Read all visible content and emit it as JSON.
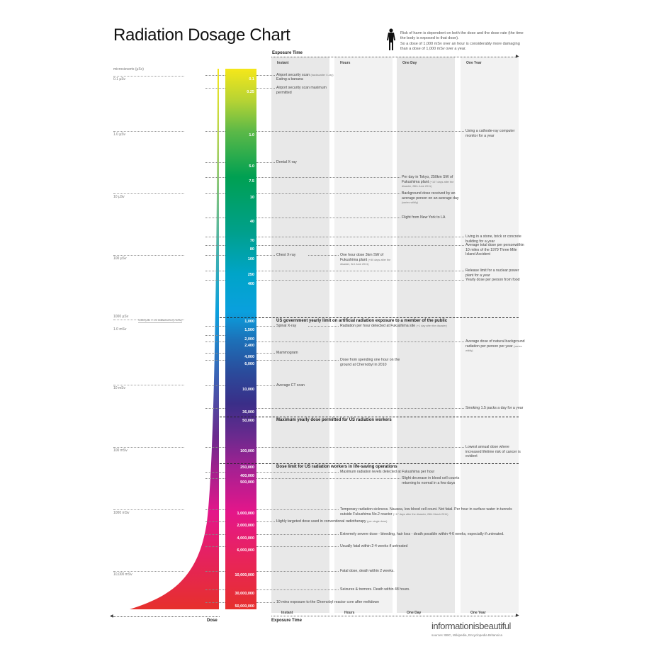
{
  "title": "Radiation Dosage Chart",
  "intro": {
    "line1": "Risk of harm is dependent on both the dose and the dose rate (the time the body is exposed to that dose).",
    "line2": "So a dose of 1,000 mSv over an hour is considerably more damaging than a dose of 1,000 mSv over a year."
  },
  "exposure_axis_label": "Exposure Time",
  "dose_axis_label": "Dose",
  "columns": [
    "Instant",
    "Hours",
    "One Day",
    "One Year"
  ],
  "unit_label": "microsieverts (µSv)",
  "scale_labels": [
    "0.1 µSv",
    "1.0 µSv",
    "10 µSv",
    "100 µSv",
    "1000 µSv",
    "1.0 mSv",
    "10 mSv",
    "100 mSv",
    "1000 mSv",
    "10,000 mSv"
  ],
  "conversion_note": "1,000 µSv = 1.0 millisieverts (1 mSv)",
  "colors": {
    "bar_top": "#f5e71a",
    "bar_mid": "#00a4c8",
    "bar_bottom": "#e6302c",
    "column_bg": "#e8e8e8"
  },
  "chart_data": {
    "type": "table",
    "unit": "µSv",
    "rows": [
      {
        "value": "0.1",
        "notes": [
          {
            "col": 0,
            "text": "Airport security scan",
            "small": "(backscatter X-ray)"
          },
          {
            "col": 0,
            "text": "Eating a banana",
            "second": true
          }
        ]
      },
      {
        "value": "0.25",
        "notes": [
          {
            "col": 0,
            "text": "Airport security scan maximum permitted"
          }
        ]
      },
      {
        "value": "1.0",
        "notes": [
          {
            "col": 3,
            "text": "Using a cathode-ray computer monitor for a year"
          }
        ]
      },
      {
        "value": "5.0",
        "notes": [
          {
            "col": 0,
            "text": "Dental X-ray"
          }
        ]
      },
      {
        "value": "7.5",
        "notes": [
          {
            "col": 2,
            "text": "Per day in Tokyo, 250km SW of Fukushima plant",
            "small": "(+107 days after the disaster, 28th June 2011)"
          }
        ]
      },
      {
        "value": "10",
        "notes": [
          {
            "col": 2,
            "text": "Background dose received by an average person on an average day",
            "small": "(varies wildly)"
          }
        ]
      },
      {
        "value": "40",
        "notes": [
          {
            "col": 2,
            "text": "Flight from New York to LA"
          }
        ]
      },
      {
        "value": "70",
        "notes": [
          {
            "col": 3,
            "text": "Living in a stone, brick or concrete building for a year"
          }
        ]
      },
      {
        "value": "80",
        "notes": [
          {
            "col": 3,
            "text": "Average total dose per personwithin 10 miles of the 1979 Three Mile Island Accident"
          }
        ]
      },
      {
        "value": "100",
        "notes": [
          {
            "col": 0,
            "text": "Chest X-ray"
          },
          {
            "col": 1,
            "text": "One hour dose 3km SW of Fukushima plant",
            "small": "(+80 days after the disaster, 3rd June 2011)"
          }
        ]
      },
      {
        "value": "250",
        "notes": [
          {
            "col": 3,
            "text": "Release limit for a nuclear power plant for a year"
          }
        ]
      },
      {
        "value": "400",
        "notes": [
          {
            "col": 3,
            "text": "Yearly dose per person from food"
          }
        ]
      },
      {
        "value": "1,000",
        "limit": "US government yearly limit on artificial radiation exposure to a member of the public",
        "notes": []
      },
      {
        "value": "1,500",
        "notes": [
          {
            "col": 0,
            "text": "Spinal X-ray"
          },
          {
            "col": 1,
            "text": "Radiation per hour detected at Fukushima site",
            "small": "(+1 day after the disaster)",
            "wide": true
          }
        ]
      },
      {
        "value": "2,000",
        "notes": []
      },
      {
        "value": "2,400",
        "notes": [
          {
            "col": 3,
            "text": "Average dose of natural background radiation per person per year",
            "small": "(varies wildly)"
          }
        ]
      },
      {
        "value": "4,000",
        "notes": [
          {
            "col": 0,
            "text": "Mammogram"
          }
        ]
      },
      {
        "value": "6,000",
        "notes": [
          {
            "col": 1,
            "text": "Dose from spending one hour on the ground at Chernobyl in 2010"
          }
        ]
      },
      {
        "value": "10,000",
        "notes": [
          {
            "col": 0,
            "text": "Average CT scan"
          }
        ]
      },
      {
        "value": "36,000",
        "notes": [
          {
            "col": 3,
            "text": "Smoking 1.5 packs a day for a year"
          }
        ]
      },
      {
        "value": "50,000",
        "limit": "Maximum yearly dose permitted for US radiation workers",
        "notes": []
      },
      {
        "value": "100,000",
        "notes": [
          {
            "col": 3,
            "text": "Lowest annual dose where increased lifetime risk of cancer is evident"
          }
        ]
      },
      {
        "value": "250,000",
        "limit": "Dose limit for US radiation workers in life-saving operations",
        "notes": []
      },
      {
        "value": "400,000",
        "notes": [
          {
            "col": 1,
            "text": "Maximum radiation levels detected at Fukushima per hour",
            "wide": true
          }
        ]
      },
      {
        "value": "500,000",
        "notes": [
          {
            "col": 2,
            "text": "Slight decrease in blood cell counts returning to normal in a few days"
          }
        ]
      },
      {
        "value": "1,000,000",
        "notes": [
          {
            "col": 1,
            "text": "Temporary radiation sickness. Nausea, low blood cell count. Not fatal. Per hour in surface water in tunnels outside Fukushima No.2 reactor",
            "small": "(+17 days after the disaster, 26th March 2011)",
            "wide": true
          }
        ]
      },
      {
        "value": "2,000,000",
        "notes": [
          {
            "col": 0,
            "text": "Highly targeted dose used in conventional radiotherapy",
            "small": "(per single dose)",
            "wide": true
          }
        ]
      },
      {
        "value": "4,000,000",
        "notes": [
          {
            "col": 1,
            "text": "Extremely severe dose - bleeding, hair loss - death possible within 4-6 weeks, especially if untreated.",
            "wide": true
          }
        ]
      },
      {
        "value": "6,000,000",
        "notes": [
          {
            "col": 1,
            "text": "Usually fatal within 2-4 weeks if untreated",
            "wide": true
          }
        ]
      },
      {
        "value": "10,000,000",
        "notes": [
          {
            "col": 1,
            "text": "Fatal dose, death within 2 weeks.",
            "wide": true
          }
        ]
      },
      {
        "value": "30,000,000",
        "notes": [
          {
            "col": 1,
            "text": "Seizures & tremors. Death within 48 hours.",
            "wide": true
          }
        ]
      },
      {
        "value": "50,000,000",
        "notes": [
          {
            "col": 0,
            "text": "10 mins exposure to the Chernobyl reactor core after meltdown",
            "wide": true
          }
        ]
      }
    ]
  },
  "brand": "informationisbeautiful",
  "sources": "sources: BBC, Wikipedia, Encyclopedia Britannica"
}
